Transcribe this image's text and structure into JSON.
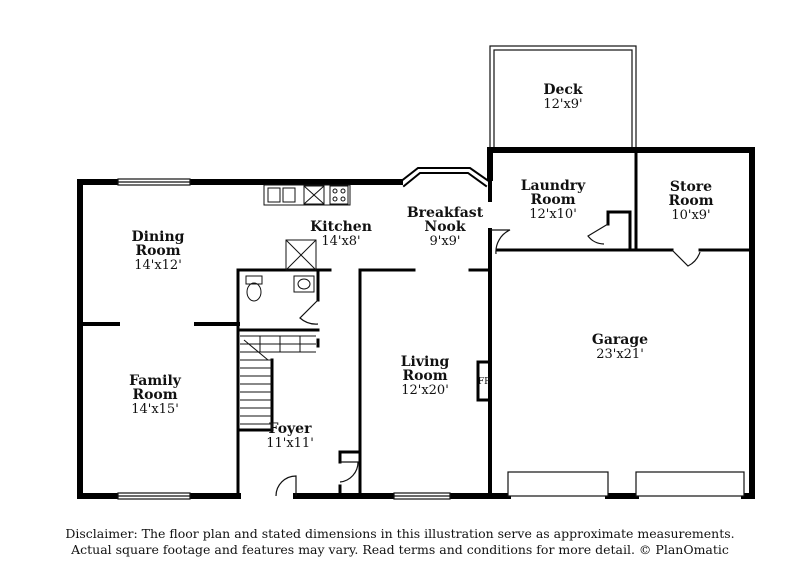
{
  "rooms": {
    "deck": {
      "name": "Deck",
      "dim": "12'x9'"
    },
    "laundry": {
      "name1": "Laundry",
      "name2": "Room",
      "dim": "12'x10'"
    },
    "store": {
      "name1": "Store",
      "name2": "Room",
      "dim": "10'x9'"
    },
    "breakfast": {
      "name1": "Breakfast",
      "name2": "Nook",
      "dim": "9'x9'"
    },
    "kitchen": {
      "name": "Kitchen",
      "dim": "14'x8'"
    },
    "dining": {
      "name1": "Dining",
      "name2": "Room",
      "dim": "14'x12'"
    },
    "family": {
      "name1": "Family",
      "name2": "Room",
      "dim": "14'x15'"
    },
    "foyer": {
      "name": "Foyer",
      "dim": "11'x11'"
    },
    "living": {
      "name1": "Living",
      "name2": "Room",
      "dim": "12'x20'"
    },
    "garage": {
      "name": "Garage",
      "dim": "23'x21'"
    }
  },
  "fireplace": "FP",
  "disclaimer": {
    "line1": "Disclaimer: The floor plan and stated dimensions in this illustration serve as approximate measurements.",
    "line2": "Actual square footage and features may vary. Read terms and conditions for more detail. © PlanOmatic"
  }
}
